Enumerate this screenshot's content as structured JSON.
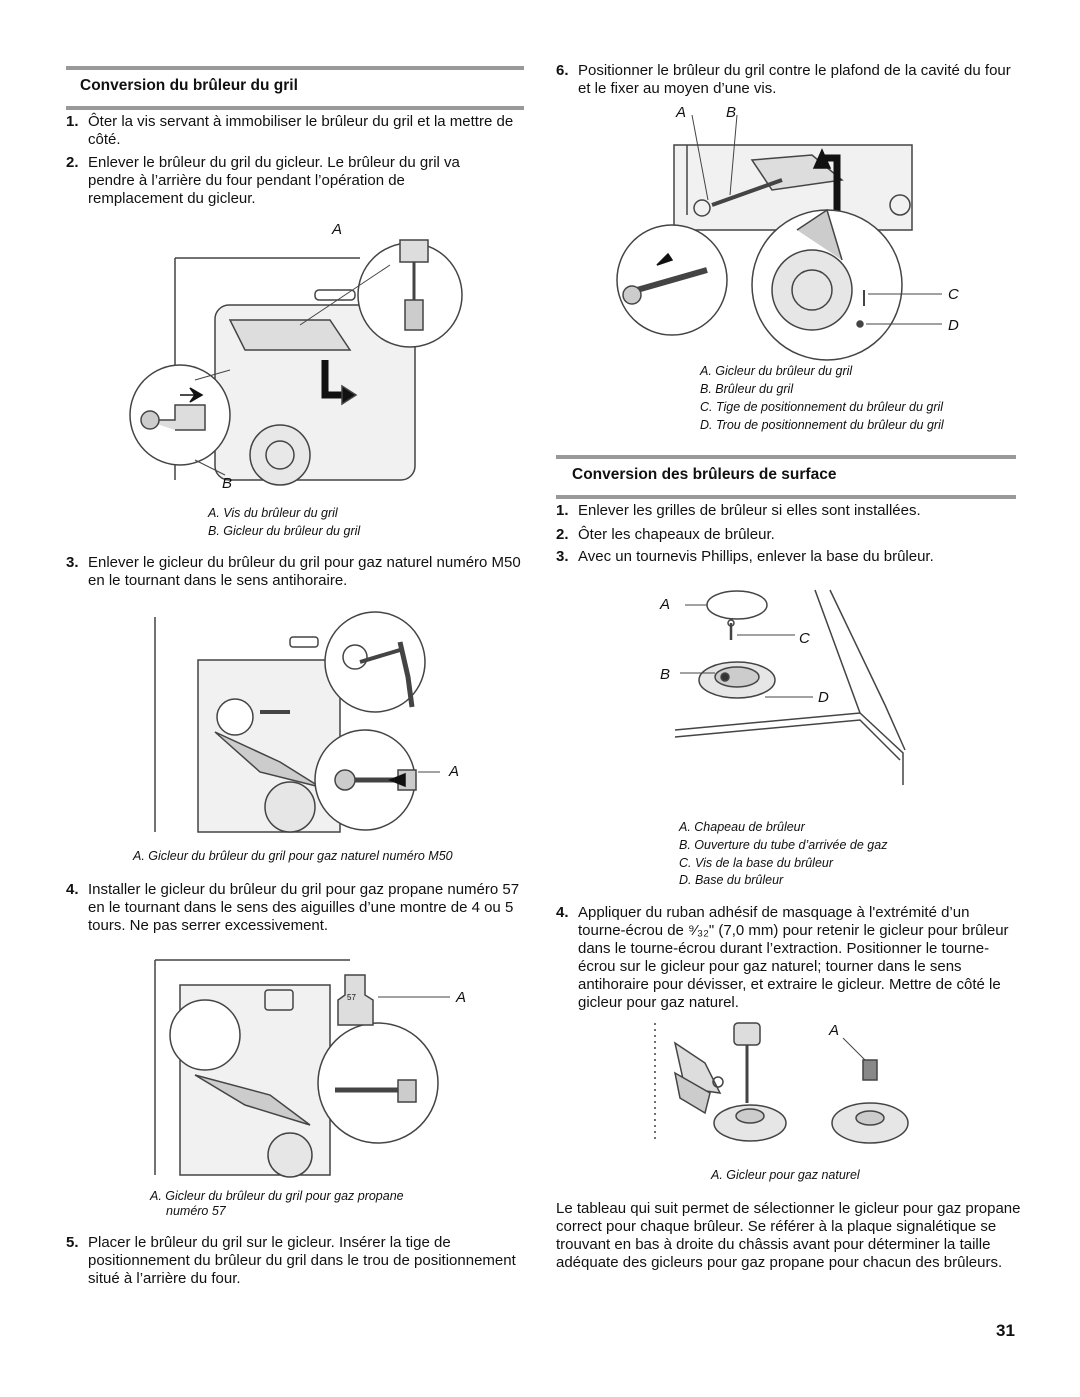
{
  "left": {
    "section_title": "Conversion du brûleur du gril",
    "steps": [
      {
        "num": "1.",
        "text": "Ôter la vis servant à immobiliser le brûleur du gril et la mettre de côté."
      },
      {
        "num": "2.",
        "text": "Enlever le brûleur du gril du gicleur. Le brûleur du gril va pendre à l’arrière du four pendant l’opération de remplacement du gicleur."
      },
      {
        "num": "3.",
        "text": "Enlever le gicleur du brûleur du gril pour gaz naturel numéro M50 en le tournant dans le sens antihoraire."
      },
      {
        "num": "4.",
        "text": "Installer le gicleur du brûleur du gril pour gaz propane numéro 57 en le tournant dans le sens des aiguilles d’une montre de 4 ou 5 tours. Ne pas serrer excessivement."
      },
      {
        "num": "5.",
        "text": "Placer le brûleur du gril sur le gicleur. Insérer la tige de positionnement du brûleur du gril dans le trou de positionnement situé à l’arrière du four."
      }
    ],
    "fig1": {
      "label_a": "A",
      "label_b": "B",
      "cap1": "A. Vis du brûleur du gril",
      "cap2": "B. Gicleur du brûleur du gril"
    },
    "fig2": {
      "label_a": "A",
      "cap1": "A. Gicleur du brûleur du gril pour gaz naturel numéro M50"
    },
    "fig3": {
      "label_a": "A",
      "jet_number": "57",
      "cap1": "A. Gicleur du brûleur du gril pour gaz propane",
      "cap2": "numéro 57"
    }
  },
  "right": {
    "step6": {
      "num": "6.",
      "text": "Positionner le brûleur du gril contre le plafond de la cavité du four et le fixer au moyen d’une vis."
    },
    "fig4": {
      "label_a": "A",
      "label_b": "B",
      "label_c": "C",
      "label_d": "D",
      "cap1": "A. Gicleur du brûleur du gril",
      "cap2": "B. Brûleur du gril",
      "cap3": "C. Tige de positionnement du brûleur du gril",
      "cap4": "D. Trou de positionnement du brûleur du gril"
    },
    "section_title": "Conversion des brûleurs de surface",
    "steps": [
      {
        "num": "1.",
        "text": "Enlever les grilles de brûleur si elles sont installées."
      },
      {
        "num": "2.",
        "text": "Ôter les chapeaux de brûleur."
      },
      {
        "num": "3.",
        "text": "Avec un tournevis Phillips, enlever la base du brûleur."
      },
      {
        "num": "4.",
        "text": "Appliquer du ruban adhésif de masquage à l'extrémité d’un tourne-écrou de ⁹⁄₃₂\" (7,0 mm) pour retenir le gicleur pour brûleur dans le tourne-écrou durant l’extraction. Positionner le tourne-écrou sur le gicleur pour gaz naturel; tourner dans le sens antihoraire pour dévisser, et extraire le gicleur.  Mettre de côté le gicleur pour gaz naturel."
      }
    ],
    "fig5": {
      "label_a": "A",
      "label_b": "B",
      "label_c": "C",
      "label_d": "D",
      "cap1": "A. Chapeau de brûleur",
      "cap2": "B. Ouverture du tube d’arrivée de gaz",
      "cap3": "C. Vis de la base du brûleur",
      "cap4": "D. Base du brûleur"
    },
    "fig6": {
      "label_a": "A",
      "cap1": "A. Gicleur pour gaz naturel"
    },
    "closing": "Le tableau qui suit permet de sélectionner le gicleur pour gaz propane correct pour chaque brûleur. Se référer à la plaque signalétique se trouvant en bas à droite du châssis avant pour déterminer la taille adéquate des gicleurs pour gaz propane pour chacun des brûleurs."
  },
  "page_number": "31"
}
